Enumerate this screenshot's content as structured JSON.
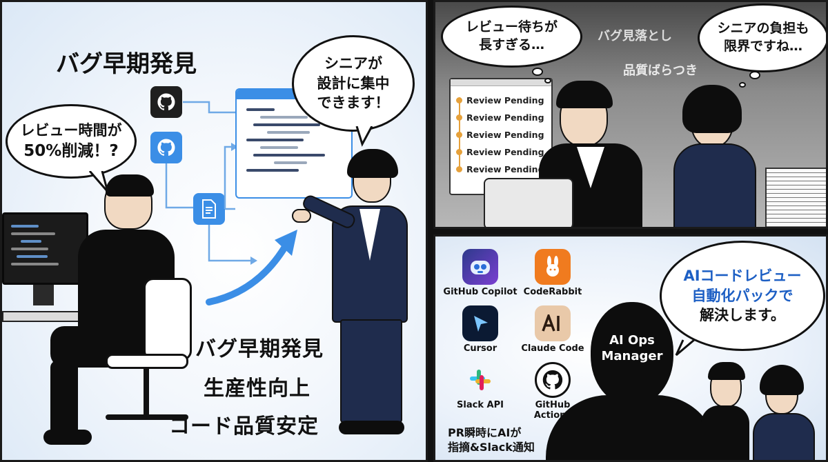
{
  "left_panel": {
    "heading": "バグ早期発見",
    "bubble_review_time": {
      "line1": "レビュー時間が",
      "line2": "50%削減！?"
    },
    "bubble_senior_focus": {
      "line1": "シニアが",
      "line2": "設計に集中",
      "line3": "できます！"
    },
    "benefits": [
      "バグ早期発見",
      "生産性向上",
      "コード品質安定"
    ],
    "colors": {
      "accent_blue": "#3b8ee6",
      "dark_icon": "#1f1f1f",
      "suit": "#1f2c4d"
    },
    "icons": [
      "github-dark-icon",
      "github-blue-icon",
      "document-icon",
      "code-window-icon"
    ]
  },
  "top_right_panel": {
    "bubble_wait": {
      "line1": "レビュー待ちが",
      "line2": "長すぎる…"
    },
    "bubble_burden": {
      "line1": "シニアの負担も",
      "line2": "限界ですね…"
    },
    "floating_texts": [
      "バグ見落とし",
      "品質ばらつき"
    ],
    "review_items": [
      "Review Pending",
      "Review Pending",
      "Review Pending",
      "Review Pending",
      "Review Pending"
    ],
    "colors": {
      "pending_dot": "#e6a13b"
    }
  },
  "bottom_right_panel": {
    "tools": [
      {
        "label": "GitHub Copilot",
        "icon": "copilot-icon"
      },
      {
        "label": "CodeRabbit",
        "icon": "coderabbit-icon"
      },
      {
        "label": "Cursor",
        "icon": "cursor-icon"
      },
      {
        "label": "Claude Code",
        "icon": "claude-icon"
      },
      {
        "label": "Slack API",
        "icon": "slack-icon"
      },
      {
        "label": "GitHub Actions",
        "icon": "github-actions-icon"
      }
    ],
    "caption": {
      "line1": "PR瞬時にAIが",
      "line2": "指摘&Slack通知"
    },
    "manager_label": {
      "line1": "AI Ops",
      "line2": "Manager"
    },
    "bubble_solution": {
      "line1": "AIコードレビュー",
      "line2": "自動化パックで",
      "line3": "解決します。"
    },
    "colors": {
      "highlight_blue": "#1d5fc4"
    }
  }
}
